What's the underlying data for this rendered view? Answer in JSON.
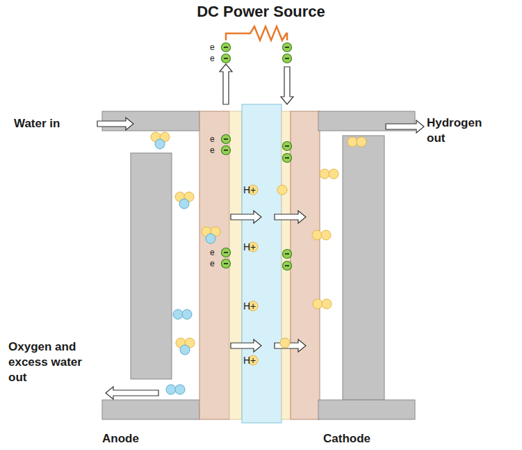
{
  "diagram": {
    "title": "DC Power Source",
    "labels": [
      "Water in",
      "Hydrogen out",
      "Oxygen and excess water out",
      "Anode",
      "Cathode",
      "e",
      "e",
      "e",
      "e",
      "e",
      "e",
      "H+",
      "H+",
      "H+",
      "H+"
    ]
  }
}
